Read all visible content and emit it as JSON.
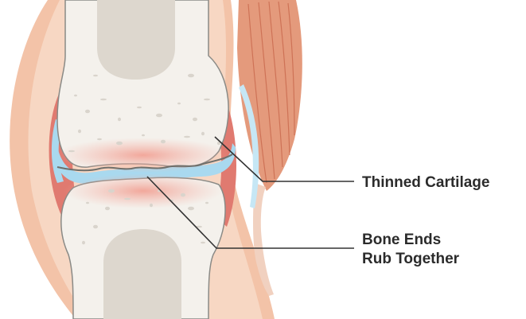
{
  "labels": {
    "thinned_cartilage": "Thinned Cartilage",
    "bone_ends_line1": "Bone Ends",
    "bone_ends_line2": "Rub Together"
  },
  "colors": {
    "background": "#ffffff",
    "muscle": "#e49a7c",
    "muscle_stripe": "#c9694d",
    "capsule_outer": "#f3c3a8",
    "capsule_inner": "#f7d7c3",
    "synovium": "#e07a70",
    "cartilage": "#a9d9ef",
    "bone": "#f4f1ec",
    "bone_speckle": "#d9d4cc",
    "marrow": "#ddd7ce",
    "inflammation": "#f4b7ad",
    "label_text": "#2b2b2b",
    "leader_line": "#333333"
  },
  "icons": {
    "figure": "knee-joint-osteoarthritis-illustration"
  }
}
